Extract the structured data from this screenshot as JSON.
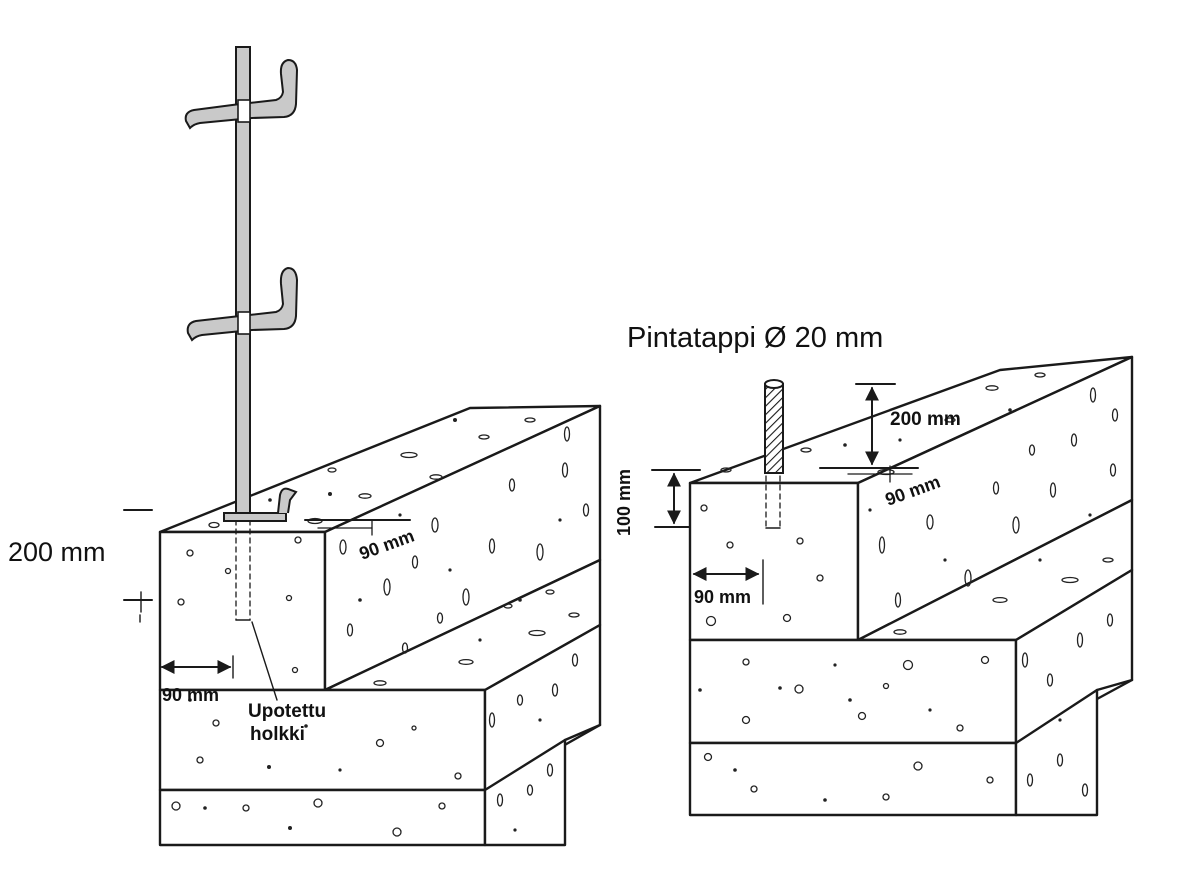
{
  "labels": {
    "left_height": "200 mm",
    "left_width_top": "90 mm",
    "left_width_front": "90 mm",
    "sleeve_line1": "Upotettu",
    "sleeve_line2": "holkki",
    "right_title": "Pintatappi Ø 20 mm",
    "right_pin_height": "200 mm",
    "right_width_top": "90 mm",
    "right_depth": "100 mm",
    "right_width_front": "90 mm"
  },
  "colors": {
    "ink": "#1a1a1a",
    "post_fill": "#c9c9c9",
    "background": "#ffffff"
  },
  "icons": [
    "railing-post-icon",
    "surface-pin-icon",
    "concrete-step-icon"
  ]
}
